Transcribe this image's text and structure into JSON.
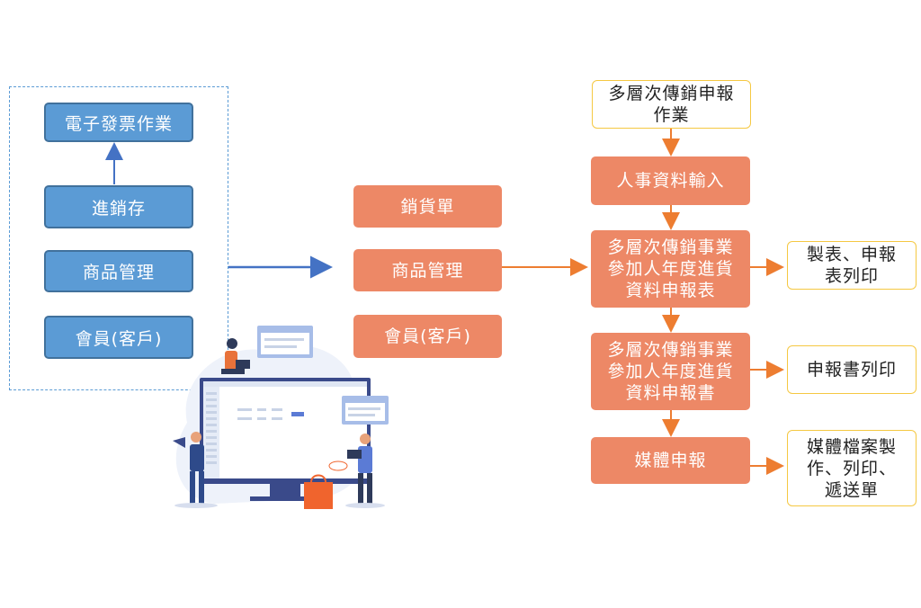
{
  "left_group": {
    "items": [
      "電子發票作業",
      "進銷存",
      "商品管理",
      "會員(客戶)"
    ]
  },
  "middle_group": {
    "items": [
      "銷貨單",
      "商品管理",
      "會員(客戶)"
    ]
  },
  "flow": {
    "start": "多層次傳銷申報\n作業",
    "step1": "人事資料輸入",
    "step2": "多層次傳銷事業\n參加人年度進貨\n資料申報表",
    "step3": "多層次傳銷事業\n參加人年度進貨\n資料申報書",
    "step4": "媒體申報"
  },
  "outputs": {
    "out2": "製表、申報\n表列印",
    "out3": "申報書列印",
    "out4": "媒體檔案製\n作、列印、\n遞送單"
  },
  "colors": {
    "blue": "#5b9bd5",
    "blue_border": "#41719c",
    "orange": "#ed8866",
    "yellow_border": "#f5c842",
    "arrow_blue": "#4472c4",
    "arrow_orange": "#ed7d31"
  },
  "illustration": "computer-with-people-icon"
}
